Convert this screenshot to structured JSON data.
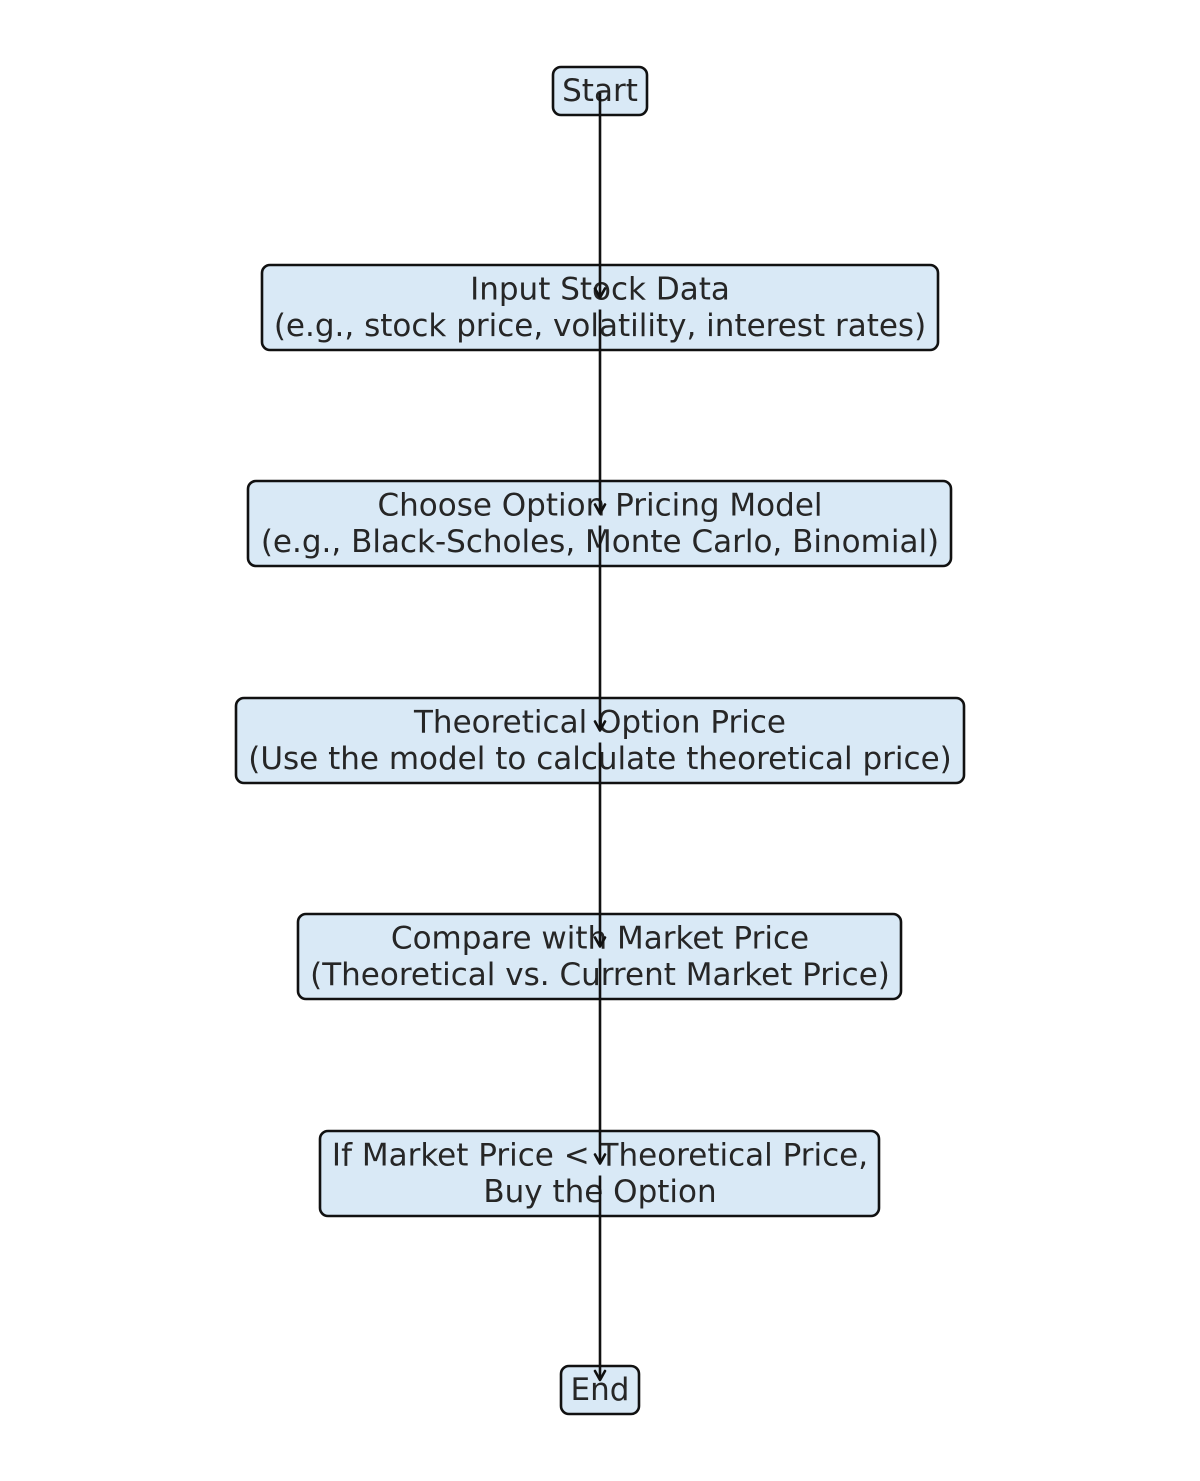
{
  "diagram": {
    "type": "flowchart",
    "direction": "top-to-bottom",
    "colors": {
      "node_fill": "#d9e9f6",
      "node_border": "#111111",
      "text": "#262626",
      "connector": "#111111",
      "background": "#ffffff"
    },
    "nodes": [
      {
        "id": "start",
        "lines": [
          "Start"
        ]
      },
      {
        "id": "input-stock-data",
        "lines": [
          "Input Stock Data",
          "(e.g., stock price, volatility, interest rates)"
        ]
      },
      {
        "id": "choose-model",
        "lines": [
          "Choose Option Pricing Model",
          "(e.g., Black-Scholes, Monte Carlo, Binomial)"
        ]
      },
      {
        "id": "theoretical-price",
        "lines": [
          "Theoretical Option Price",
          "(Use the model to calculate theoretical price)"
        ]
      },
      {
        "id": "compare-market",
        "lines": [
          "Compare with Market Price",
          "(Theoretical vs. Current Market Price)"
        ]
      },
      {
        "id": "buy-decision",
        "lines": [
          "If Market Price < Theoretical Price,",
          "Buy the Option"
        ]
      },
      {
        "id": "end",
        "lines": [
          "End"
        ]
      }
    ],
    "edges": [
      {
        "from": "start",
        "to": "input-stock-data"
      },
      {
        "from": "input-stock-data",
        "to": "choose-model"
      },
      {
        "from": "choose-model",
        "to": "theoretical-price"
      },
      {
        "from": "theoretical-price",
        "to": "compare-market"
      },
      {
        "from": "compare-market",
        "to": "buy-decision"
      },
      {
        "from": "buy-decision",
        "to": "end"
      }
    ]
  }
}
